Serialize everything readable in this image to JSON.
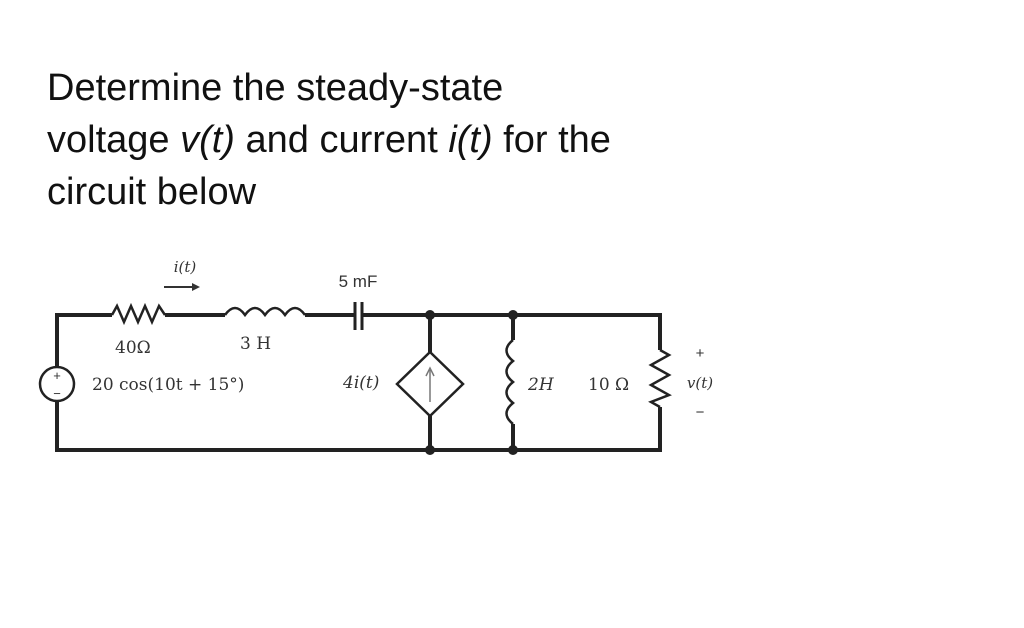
{
  "question": {
    "line1": "Determine the steady-state",
    "line2_pre": "voltage ",
    "v": "v(t)",
    "line2_mid": " and current ",
    "i": "i(t)",
    "line2_post": " for the",
    "line3": "circuit below"
  },
  "circuit": {
    "current_label": "i(t)",
    "resistor1": "40Ω",
    "inductor1": "3 H",
    "capacitor": "5 mF",
    "source": "20 cos(10t + 15°)",
    "source_plus": "+",
    "source_minus": "−",
    "dependent_source": "4i(t)",
    "inductor2": "2H",
    "resistor2": "10 Ω",
    "v_plus": "+",
    "v_label": "v(t)",
    "v_minus": "−"
  }
}
